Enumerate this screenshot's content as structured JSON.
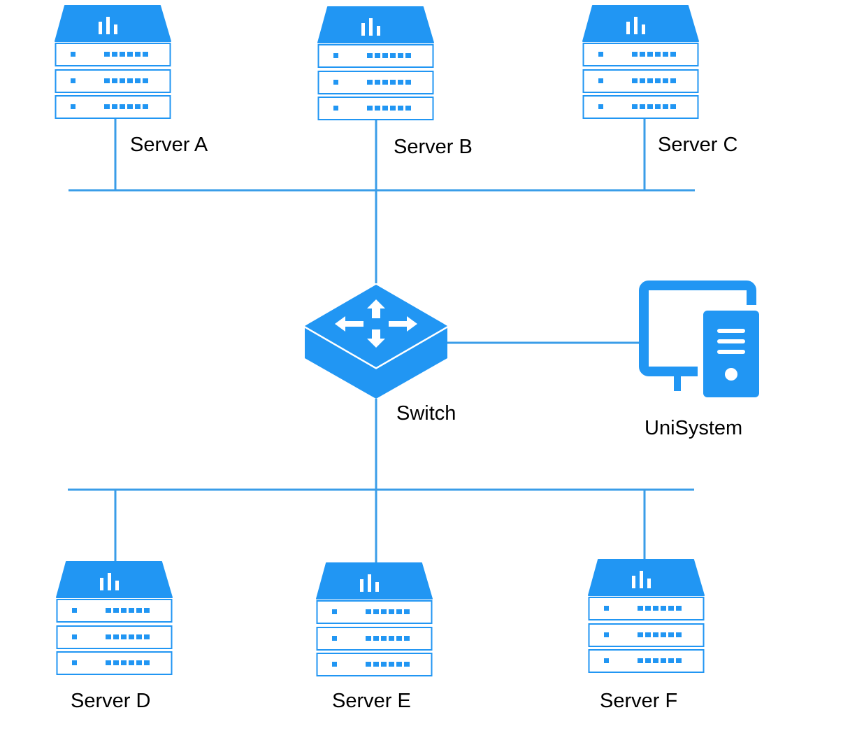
{
  "colors": {
    "accent": "#2196F3",
    "line": "#3A9DE8",
    "text": "#000000",
    "background": "#FFFFFF"
  },
  "nodes": {
    "server_a": {
      "label": "Server A",
      "icon": "server-rack-icon"
    },
    "server_b": {
      "label": "Server B",
      "icon": "server-rack-icon"
    },
    "server_c": {
      "label": "Server C",
      "icon": "server-rack-icon"
    },
    "server_d": {
      "label": "Server D",
      "icon": "server-rack-icon"
    },
    "server_e": {
      "label": "Server E",
      "icon": "server-rack-icon"
    },
    "server_f": {
      "label": "Server F",
      "icon": "server-rack-icon"
    },
    "switch": {
      "label": "Switch",
      "icon": "network-switch-icon"
    },
    "unisystem": {
      "label": "UniSystem",
      "icon": "desktop-computer-icon"
    }
  },
  "edges": [
    {
      "from": "server_a",
      "to": "top_bus"
    },
    {
      "from": "server_b",
      "to": "top_bus"
    },
    {
      "from": "server_c",
      "to": "top_bus"
    },
    {
      "from": "top_bus",
      "to": "switch"
    },
    {
      "from": "switch",
      "to": "unisystem"
    },
    {
      "from": "switch",
      "to": "bottom_bus"
    },
    {
      "from": "bottom_bus",
      "to": "server_d"
    },
    {
      "from": "bottom_bus",
      "to": "server_e"
    },
    {
      "from": "bottom_bus",
      "to": "server_f"
    }
  ]
}
